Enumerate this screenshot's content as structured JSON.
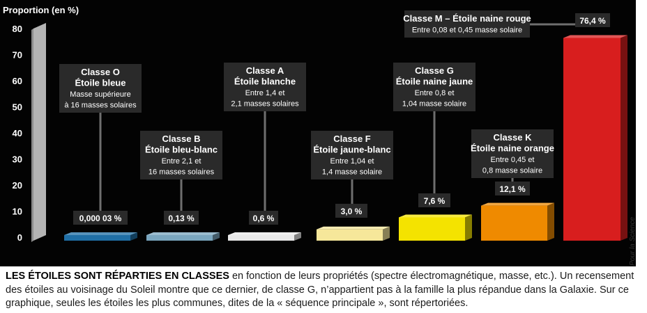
{
  "chart_data": {
    "type": "bar",
    "ylabel": "Proportion (en %)",
    "ylim": [
      0,
      80
    ],
    "yticks": [
      "0",
      "10",
      "20",
      "30",
      "40",
      "50",
      "60",
      "70",
      "80"
    ],
    "categories": [
      "Classe O",
      "Classe B",
      "Classe A",
      "Classe F",
      "Classe G",
      "Classe K",
      "Classe M"
    ],
    "values": [
      3e-05,
      0.13,
      0.6,
      3.0,
      7.6,
      12.1,
      76.4
    ],
    "value_labels": [
      "0,000 03 %",
      "0,13 %",
      "0,6 %",
      "3,0 %",
      "7,6 %",
      "12,1 %",
      "76,4 %"
    ],
    "colors": [
      "#1f6fa6",
      "#7aa6bf",
      "#e8e8e8",
      "#f6e79a",
      "#f4e300",
      "#ef8a00",
      "#d81e1e"
    ],
    "annotations": [
      {
        "class": "Classe O",
        "name": "Étoile bleue",
        "details": [
          "Masse supérieure",
          "à 16 masses solaires"
        ]
      },
      {
        "class": "Classe B",
        "name": "Étoile bleu-blanc",
        "details": [
          "Entre 2,1 et",
          "16 masses solaires"
        ]
      },
      {
        "class": "Classe A",
        "name": "Étoile blanche",
        "details": [
          "Entre 1,4 et",
          "2,1 masses solaires"
        ]
      },
      {
        "class": "Classe F",
        "name": "Étoile jaune-blanc",
        "details": [
          "Entre 1,04 et",
          "1,4 masse solaire"
        ]
      },
      {
        "class": "Classe G",
        "name": "Étoile naine jaune",
        "details": [
          "Entre 0,8 et",
          "1,04 masse solaire"
        ]
      },
      {
        "class": "Classe K",
        "name": "Étoile naine orange",
        "details": [
          "Entre 0,45 et",
          "0,8 masse solaire"
        ]
      },
      {
        "class": "Classe M – Étoile naine rouge",
        "name": "",
        "details": [
          "Entre 0,08 et 0,45 masse solaire"
        ]
      }
    ]
  },
  "credit": "Pour la Science",
  "caption": {
    "bold": "LES ÉTOILES SONT RÉPARTIES EN CLASSES",
    "text": " en fonction de leurs propriétés (spectre électromagnétique, masse, etc.). Un recensement des étoiles au voisinage du Soleil montre que ce dernier, de classe G, n’appartient pas à la famille la plus répandue dans la Galaxie. Sur ce graphique, seules les étoiles les plus communes, dites de la « séquence principale », sont répertoriées."
  }
}
